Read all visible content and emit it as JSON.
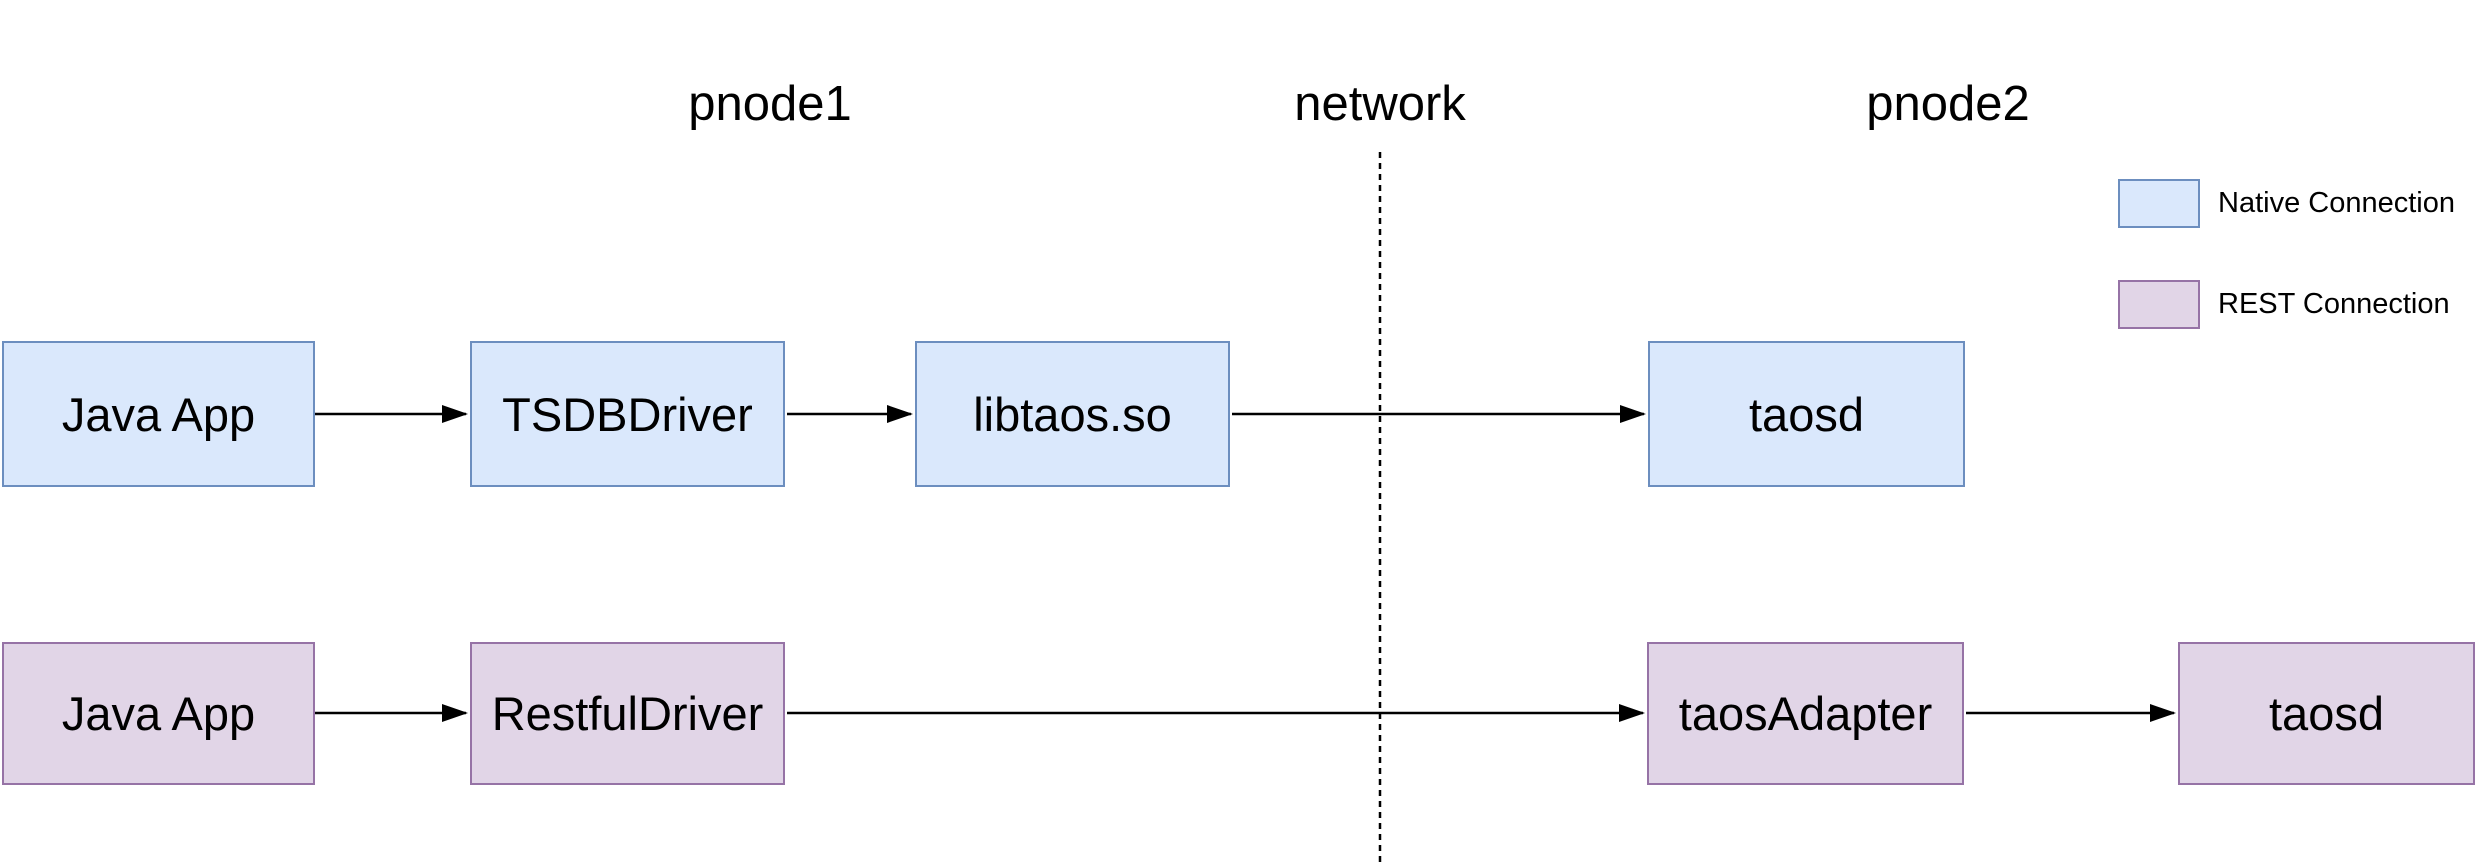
{
  "diagram": {
    "zones": {
      "pnode1": "pnode1",
      "network": "network",
      "pnode2": "pnode2"
    },
    "nodes": {
      "native": [
        {
          "label": "Java App"
        },
        {
          "label": "TSDBDriver"
        },
        {
          "label": "libtaos.so"
        },
        {
          "label": "taosd"
        }
      ],
      "rest": [
        {
          "label": "Java App"
        },
        {
          "label": "RestfulDriver"
        },
        {
          "label": "taosAdapter"
        },
        {
          "label": "taosd"
        }
      ]
    },
    "flows": {
      "native": [
        "Java App -> TSDBDriver",
        "TSDBDriver -> libtaos.so",
        "libtaos.so -> taosd"
      ],
      "rest": [
        "Java App -> RestfulDriver",
        "RestfulDriver -> taosAdapter",
        "taosAdapter -> taosd"
      ]
    },
    "legend": {
      "native_label": "Native Connection",
      "rest_label": "REST Connection"
    },
    "colors": {
      "background": "#ffffff",
      "native_fill": "#dae8fc",
      "native_border": "#6c8ebf",
      "rest_fill": "#e1d5e7",
      "rest_border": "#9673a6",
      "arrow": "#000000"
    }
  }
}
